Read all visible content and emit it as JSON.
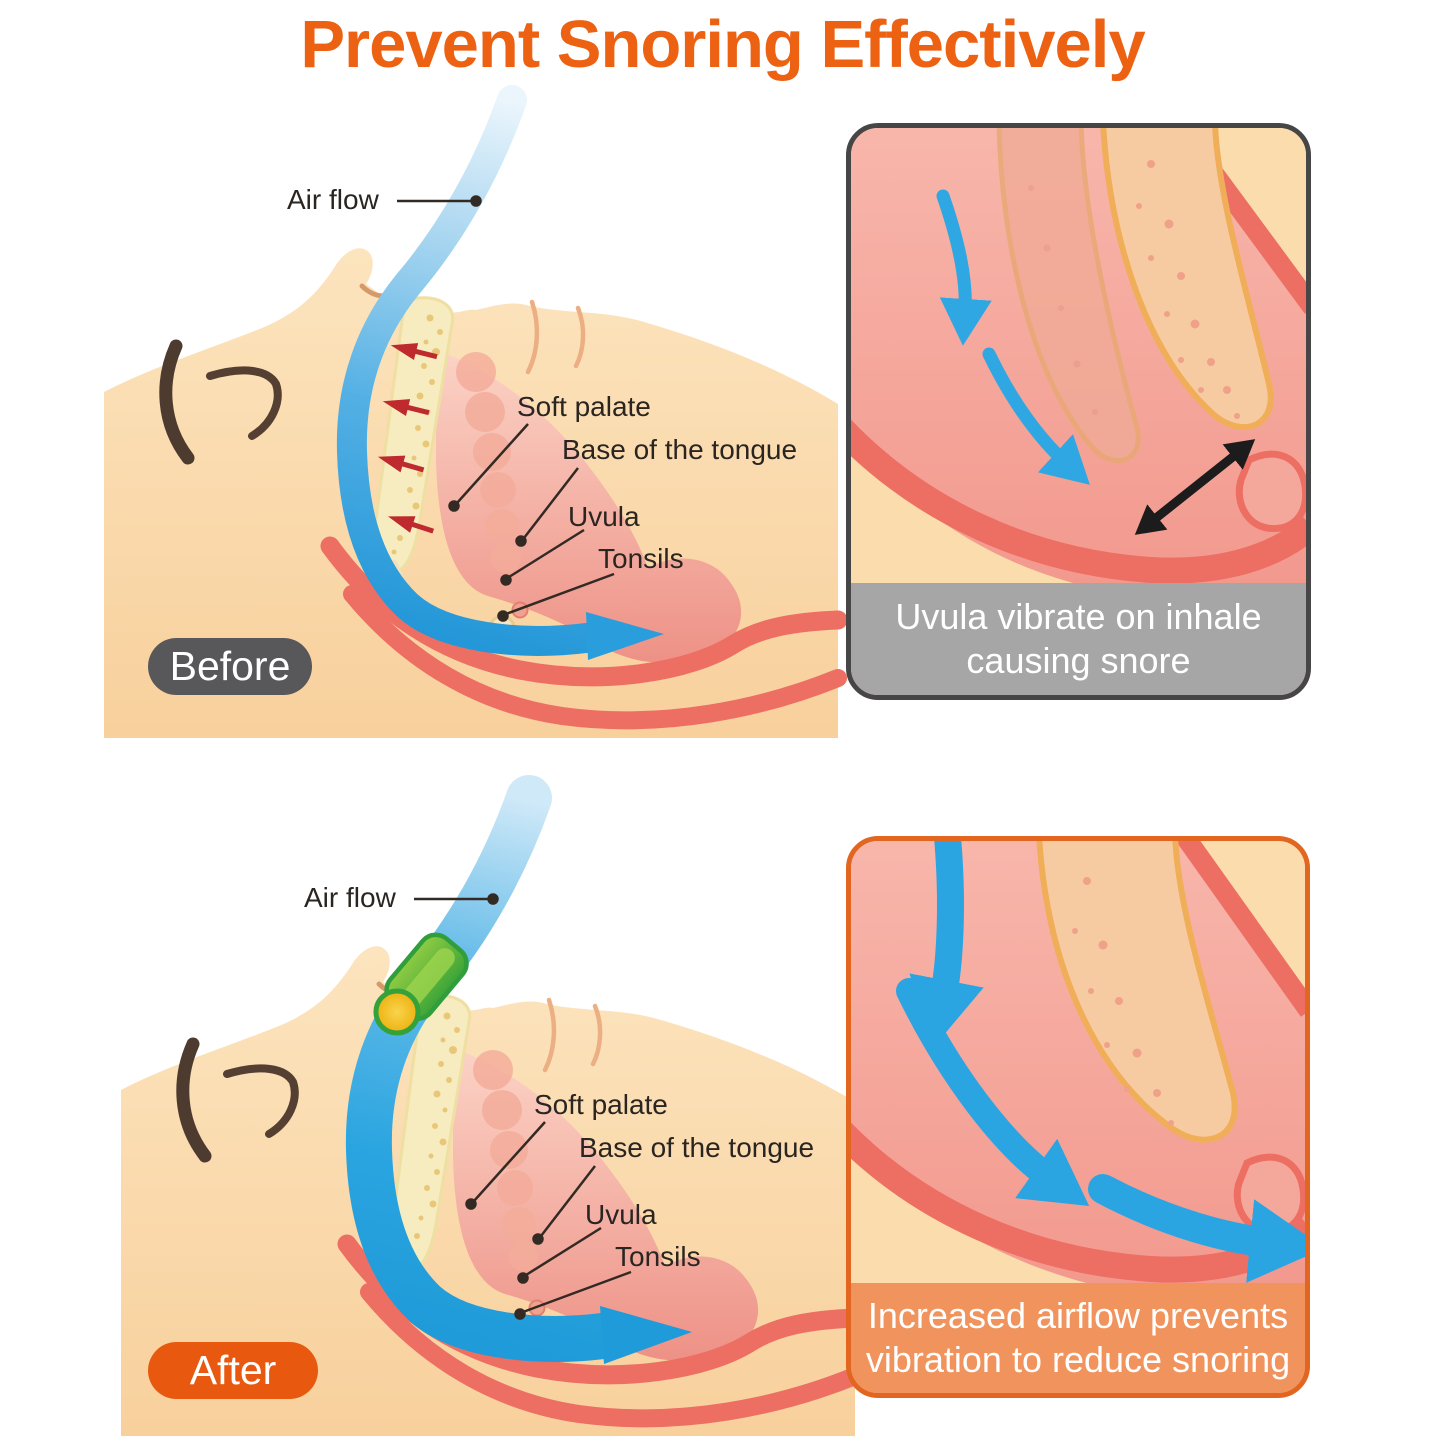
{
  "title": {
    "text": "Prevent Snoring Effectively"
  },
  "before": {
    "badge": "Before",
    "labels": {
      "air_flow": "Air flow",
      "soft_palate": "Soft palate",
      "base_of_tongue": "Base of the tongue",
      "uvula": "Uvula",
      "tonsils": "Tonsils"
    }
  },
  "after": {
    "badge": "After",
    "labels": {
      "air_flow": "Air flow",
      "soft_palate": "Soft palate",
      "base_of_tongue": "Base of the tongue",
      "uvula": "Uvula",
      "tonsils": "Tonsils"
    }
  },
  "insets": {
    "before": {
      "caption_line1": "Uvula vibrate on inhale",
      "caption_line2": "causing snore"
    },
    "after": {
      "caption_line1": "Increased airflow prevents",
      "caption_line2": "vibration to reduce snoring"
    }
  },
  "colors": {
    "title_orange": "#ED6112",
    "badge_before_bg": "#58585A",
    "badge_after_bg": "#E8590F",
    "caption_before_bg": "#A6A6A6",
    "caption_after_bg": "#F0935C",
    "caption_text": "#FFFFFF",
    "inset_border_before": "#464646",
    "inset_border_after": "#E2661F",
    "airflow_blue": "#2DA2DE",
    "vibration_red": "#BE2A2E",
    "band_red": "#ED6E63",
    "throat_pink": "#EE8E83",
    "skin": "#FBDCAC",
    "palate_yellow": "#F7ECC0",
    "uvula_outline": "#F1AE58",
    "label_text": "#2A2521"
  }
}
